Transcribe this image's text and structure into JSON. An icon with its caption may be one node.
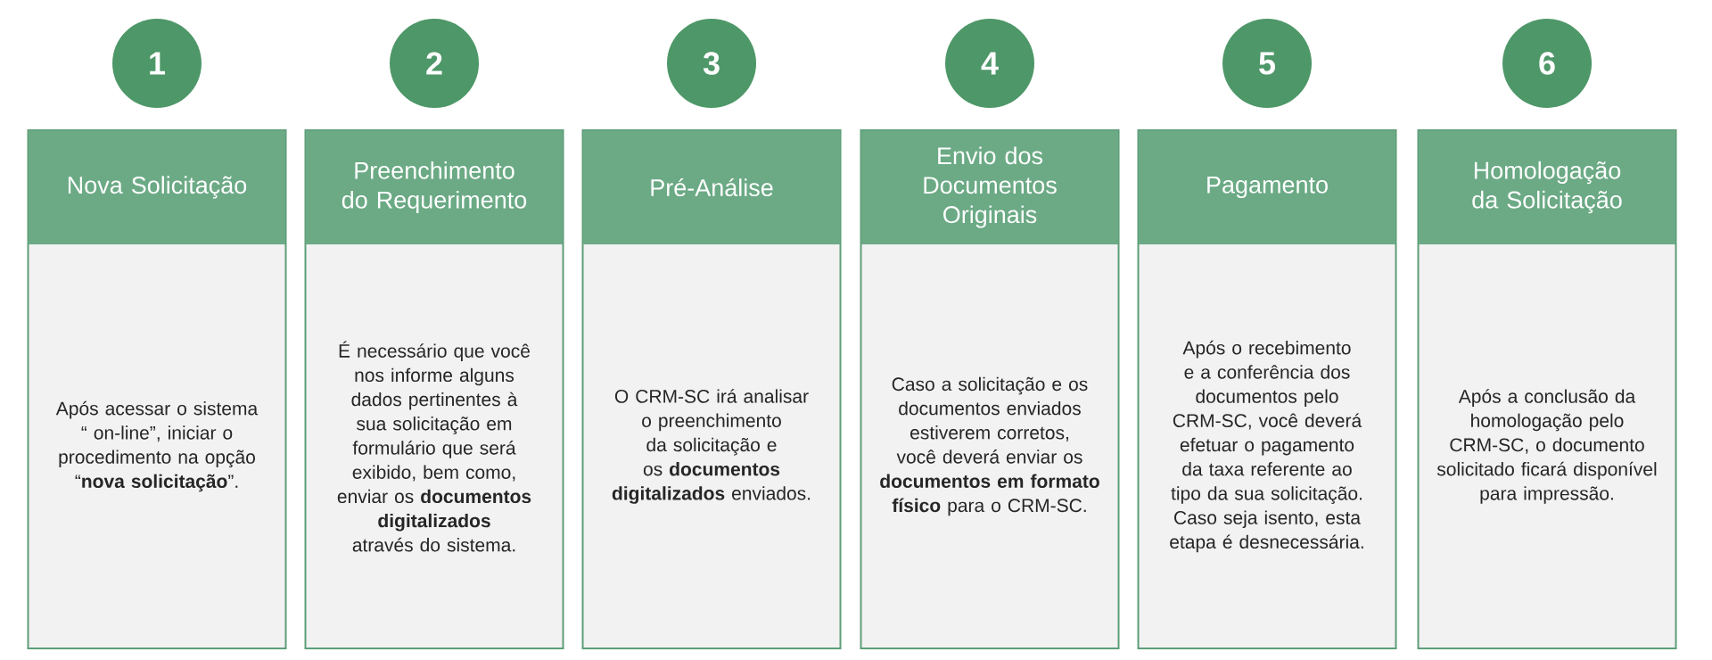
{
  "diagram": {
    "nodes": [
      {
        "text": [
          "1"
        ]
      },
      {
        "text": [
          "Nova Solicitação",
          "Após acessar o sistema “ on-line”, iniciar o procedimento na opção “**nova solicitação**”."
        ]
      },
      {
        "text": [
          "2"
        ]
      },
      {
        "text": [
          "Preenchimento do Requerimento",
          "É necessário que você nos informe alguns dados pertinentes à sua solicitação em formulário que será exibido, bem como, enviar os **documentos digitalizados** através do sistema."
        ]
      },
      {
        "text": [
          "3"
        ]
      },
      {
        "text": [
          "Pré-Análise",
          "O CRM-SC irá analisar o preenchimento da solicitação e os **documentos digitalizados** enviados."
        ]
      },
      {
        "text": [
          "4"
        ]
      },
      {
        "text": [
          "Envio dos Documentos Originais",
          "Caso a solicitação e os documentos enviados estiverem corretos, você deverá enviar os **documentos em formato físico** para o CRM-SC."
        ]
      },
      {
        "text": [
          "5"
        ]
      },
      {
        "text": [
          "Pagamento",
          "Após o recebimento e a conferência dos documentos pelo CRM-SC, você deverá efetuar o pagamento da taxa referente ao tipo da sua solicitação. Caso seja isento, esta etapa é desnecessária."
        ]
      },
      {
        "text": [
          "6"
        ]
      },
      {
        "text": [
          "Homologação da Solicitação",
          "Após a conclusão da homologação pelo CRM-SC, o documento solicitado ficará disponível para impressão."
        ]
      }
    ]
  }
}
